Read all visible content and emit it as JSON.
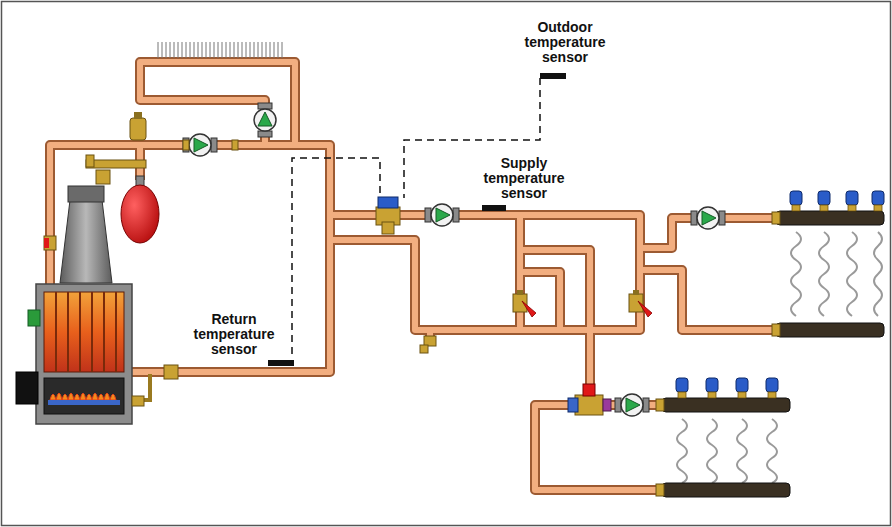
{
  "diagram": {
    "labels": [
      "Outdoor temperature sensor",
      "Supply temperature sensor",
      "Return temperature sensor"
    ]
  }
}
